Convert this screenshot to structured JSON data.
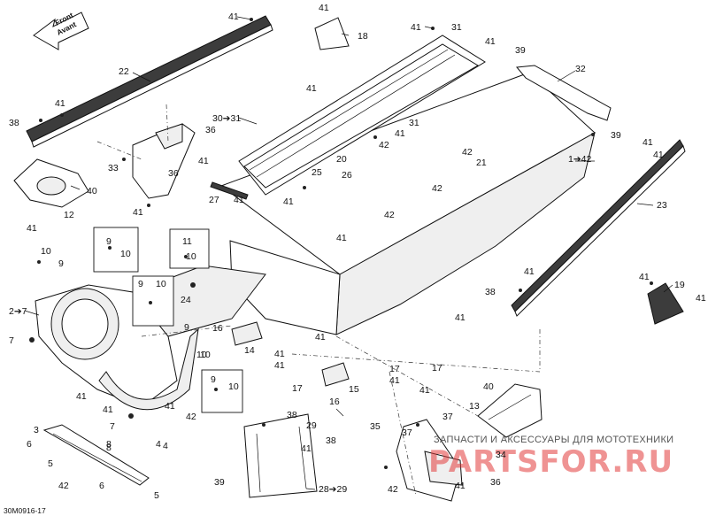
{
  "diagram": {
    "front_arrow": {
      "line1": "Front",
      "line2": "Avant"
    },
    "doc_id": "30M0916-17",
    "watermark": {
      "subtitle": "ЗАПЧАСТИ И АКСЕССУАРЫ ДЛЯ МОТОТЕХНИКИ",
      "brand": "PARTSFOR.RU"
    },
    "callouts": [
      "41",
      "41",
      "31",
      "41",
      "18",
      "41",
      "39",
      "32",
      "22",
      "41",
      "41",
      "38",
      "30➔31",
      "31",
      "41",
      "36",
      "33",
      "36",
      "41",
      "40",
      "42",
      "20",
      "25",
      "26",
      "42",
      "21",
      "42",
      "1➔42",
      "39",
      "41",
      "41",
      "23",
      "12",
      "27",
      "41",
      "41",
      "41",
      "42",
      "10",
      "9",
      "10",
      "9",
      "11",
      "10",
      "41",
      "2➔7",
      "9",
      "10",
      "24",
      "9",
      "10",
      "41",
      "41",
      "19",
      "41",
      "38",
      "41",
      "41",
      "7",
      "16",
      "14",
      "8",
      "10",
      "41",
      "41",
      "41",
      "17",
      "15",
      "41",
      "17",
      "17",
      "41",
      "41",
      "16",
      "9",
      "10",
      "40",
      "41",
      "41",
      "4",
      "13",
      "7",
      "42",
      "37",
      "38",
      "35",
      "3",
      "29",
      "37",
      "6",
      "8",
      "4",
      "34",
      "38",
      "5",
      "41",
      "42",
      "6",
      "5",
      "39",
      "28➔29",
      "36",
      "41",
      "42"
    ]
  }
}
